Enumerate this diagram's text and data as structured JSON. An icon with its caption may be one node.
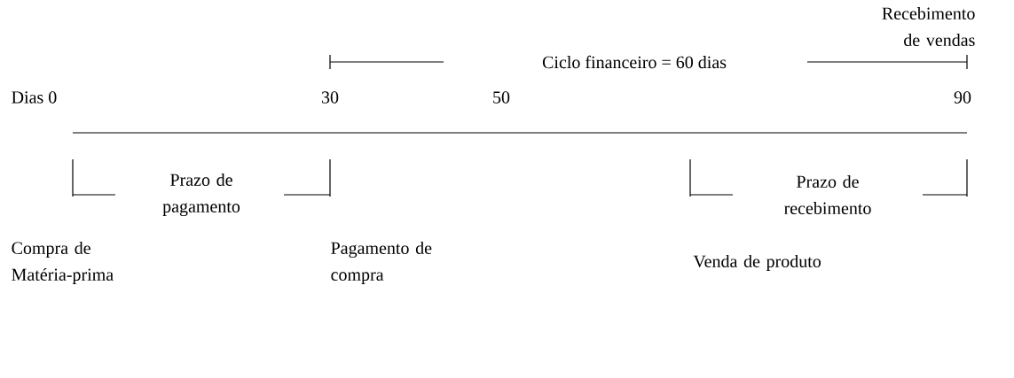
{
  "diagram": {
    "labels": [
      "Recebimento de vendas",
      "Ciclo financeiro = 60 dias",
      "Dias 0",
      "30",
      "50",
      "90",
      "Prazo de pagamento",
      "Prazo de recebimento",
      "Compra de Matéria-prima",
      "Pagamento de compra",
      "Venda de produto"
    ]
  }
}
